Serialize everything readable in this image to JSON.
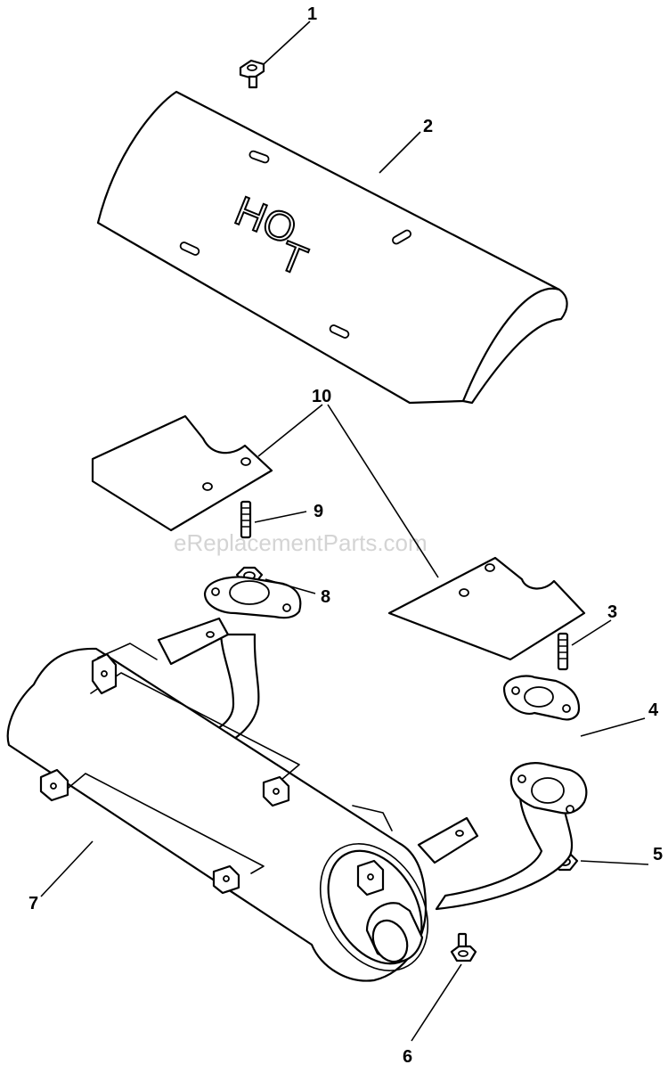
{
  "callouts": {
    "c1": "1",
    "c2": "2",
    "c3": "3",
    "c4": "4",
    "c5": "5",
    "c6": "6",
    "c7": "7",
    "c8": "8",
    "c9": "9",
    "c10": "10"
  },
  "heat_shield_text": [
    "HO",
    "T"
  ],
  "watermark": "eReplacementParts.com"
}
